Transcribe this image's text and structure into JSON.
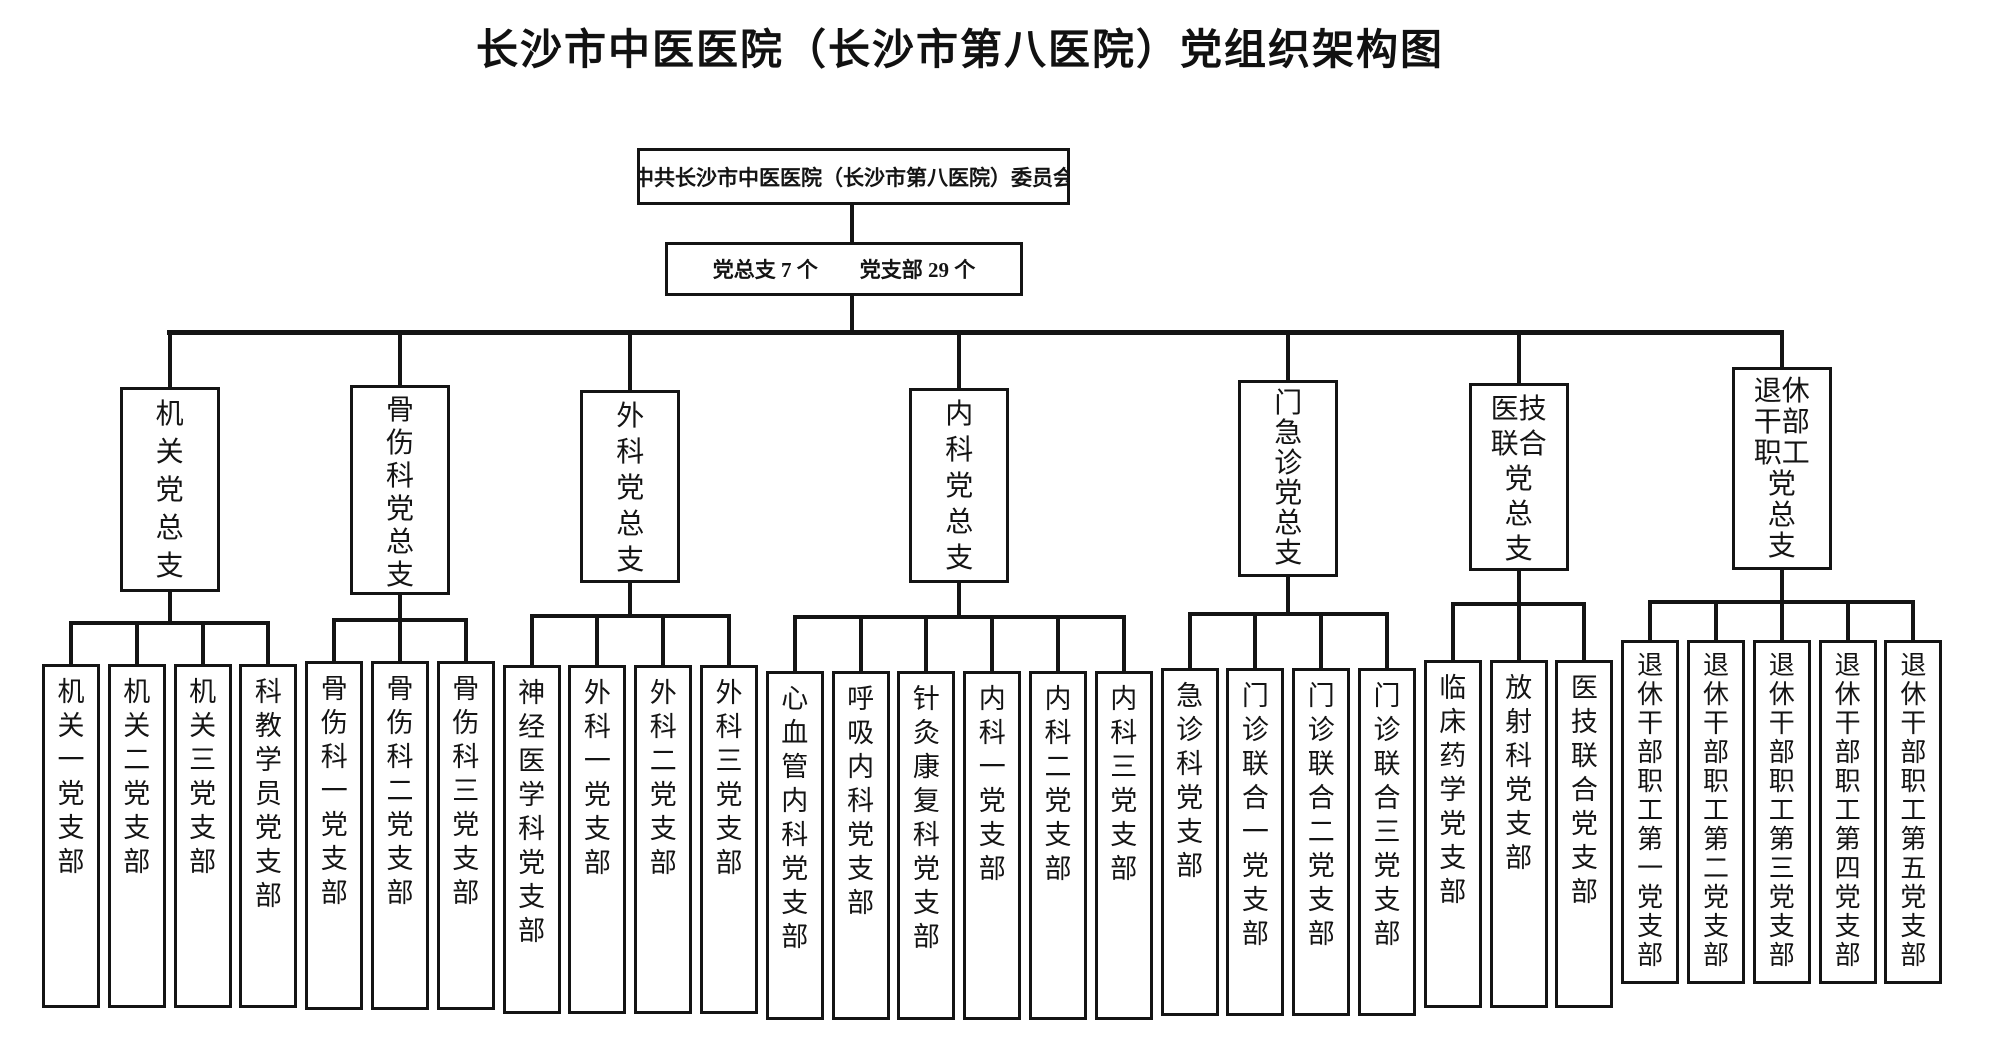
{
  "title": "长沙市中医医院（长沙市第八医院）党组织架构图",
  "committee": {
    "label": "中共长沙市中医医院（长沙市第八医院）委员会"
  },
  "stats": {
    "left": "党总支 7 个",
    "right": "党支部 29 个",
    "general_branch_count": "7",
    "branch_count": "29"
  },
  "branches": [
    {
      "name": "机关党总支",
      "lines": [
        "机",
        "关",
        "党",
        "总",
        "支"
      ],
      "children": [
        "机关一党支部",
        "机关二党支部",
        "机关三党支部",
        "科教学员党支部"
      ]
    },
    {
      "name": "骨伤科党总支",
      "lines": [
        "骨",
        "伤",
        "科",
        "党",
        "总",
        "支"
      ],
      "children": [
        "骨伤科一党支部",
        "骨伤科二党支部",
        "骨伤科三党支部"
      ]
    },
    {
      "name": "外科党总支",
      "lines": [
        "外",
        "科",
        "党",
        "总",
        "支"
      ],
      "children": [
        "神经医学科党支部",
        "外科一党支部",
        "外科二党支部",
        "外科三党支部"
      ]
    },
    {
      "name": "内科党总支",
      "lines": [
        "内",
        "科",
        "党",
        "总",
        "支"
      ],
      "children": [
        "心血管内科党支部",
        "呼吸内科党支部",
        "针灸康复科党支部",
        "内科一党支部",
        "内科二党支部",
        "内科三党支部"
      ]
    },
    {
      "name": "门急诊党总支",
      "lines": [
        "门",
        "急",
        "诊",
        "党",
        "总",
        "支"
      ],
      "children": [
        "急诊科党支部",
        "门诊联合一党支部",
        "门诊联合二党支部",
        "门诊联合三党支部"
      ]
    },
    {
      "name": "医技联合党总支",
      "lines": [
        "医技",
        "联合",
        "党",
        "总",
        "支"
      ],
      "children": [
        "临床药学党支部",
        "放射科党支部",
        "医技联合党支部"
      ]
    },
    {
      "name": "退休干部职工党总支",
      "lines": [
        "退休",
        "干部",
        "职工",
        "党",
        "总",
        "支"
      ],
      "children": [
        "退休干部职工第一党支部",
        "退休干部职工第二党支部",
        "退休干部职工第三党支部",
        "退休干部职工第四党支部",
        "退休干部职工第五党支部"
      ]
    }
  ]
}
